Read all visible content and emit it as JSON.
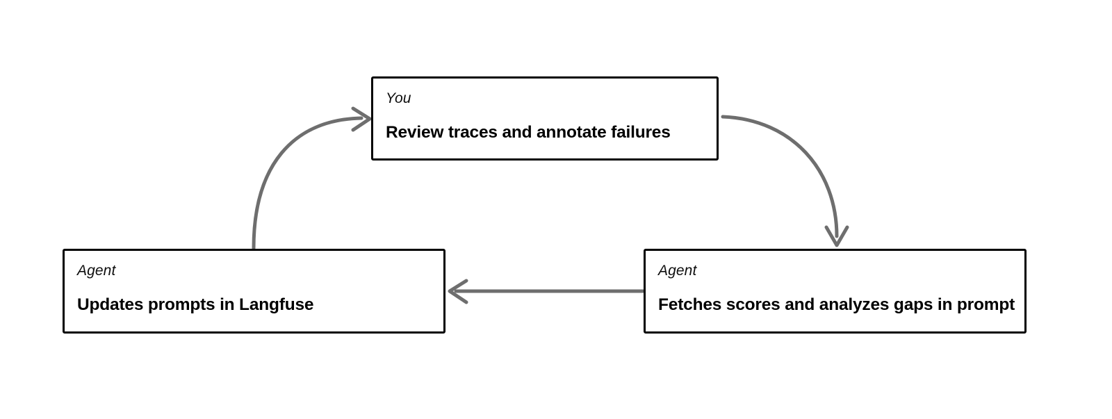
{
  "diagram": {
    "type": "cycle-flow",
    "background_color": "#ffffff",
    "node_border_color": "#000000",
    "arrow_color": "#6e6e6e",
    "nodes": [
      {
        "id": "you-review",
        "role": "You",
        "title": "Review traces and annotate failures",
        "position": "top-center"
      },
      {
        "id": "agent-update",
        "role": "Agent",
        "title": "Updates prompts in Langfuse",
        "position": "bottom-left"
      },
      {
        "id": "agent-fetch",
        "role": "Agent",
        "title": "Fetches scores and analyzes gaps in prompt",
        "position": "bottom-right"
      }
    ],
    "edges": [
      {
        "id": "edge-update-to-you",
        "from": "agent-update",
        "to": "you-review",
        "style": "curved",
        "direction": "up-right"
      },
      {
        "id": "edge-you-to-fetch",
        "from": "you-review",
        "to": "agent-fetch",
        "style": "curved",
        "direction": "down-right"
      },
      {
        "id": "edge-fetch-to-update",
        "from": "agent-fetch",
        "to": "agent-update",
        "style": "straight",
        "direction": "left"
      }
    ]
  }
}
